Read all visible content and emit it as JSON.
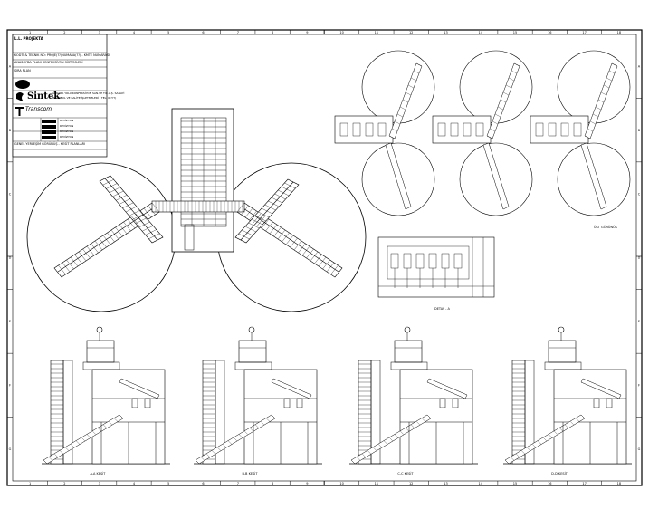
{
  "title_block": {
    "top_label": "L.L. PROJEKTA",
    "rows": [
      "KODTI & TEKNIK NO: PROJE(??)NUMARA(??) - KMTE NUMARASI",
      "ANASOYDA PLANI KONFEKSİYON SİSTEMLERİ",
      "SIRA PLAN",
      "GENEL YERLEŞİM GÖRÜNÜŞ - KESİT PLANLARI"
    ],
    "company_name": "Sintek",
    "company_address": [
      "ANKARA YOLU KONFEKSİYON SAN.VE TİC.A.Ş. SANAYİ",
      "İSTANBUL VE KALİTE İŞLETMELERİ - TEL: 0(???)"
    ],
    "contractor_name": "Transcom",
    "revision_rows": [
      "REVİZYON",
      "REVİZYON",
      "REVİZYON",
      "REVİZYON"
    ]
  },
  "diagram": {
    "grid_top": [
      "1",
      "2",
      "3",
      "4",
      "5",
      "6",
      "7",
      "8",
      "9",
      "10",
      "11",
      "12",
      "13",
      "14",
      "15",
      "16",
      "17",
      "18"
    ],
    "grid_side": [
      "A",
      "B",
      "C",
      "D",
      "E",
      "F",
      "G"
    ],
    "section_titles": [
      "A-A KESİT",
      "B-B KESİT",
      "C-C KESİT",
      "D-D KESİT"
    ],
    "small_plan_title": "ÜST GÖRÜNÜŞ",
    "mini_detail_title": "DETAY - A"
  }
}
